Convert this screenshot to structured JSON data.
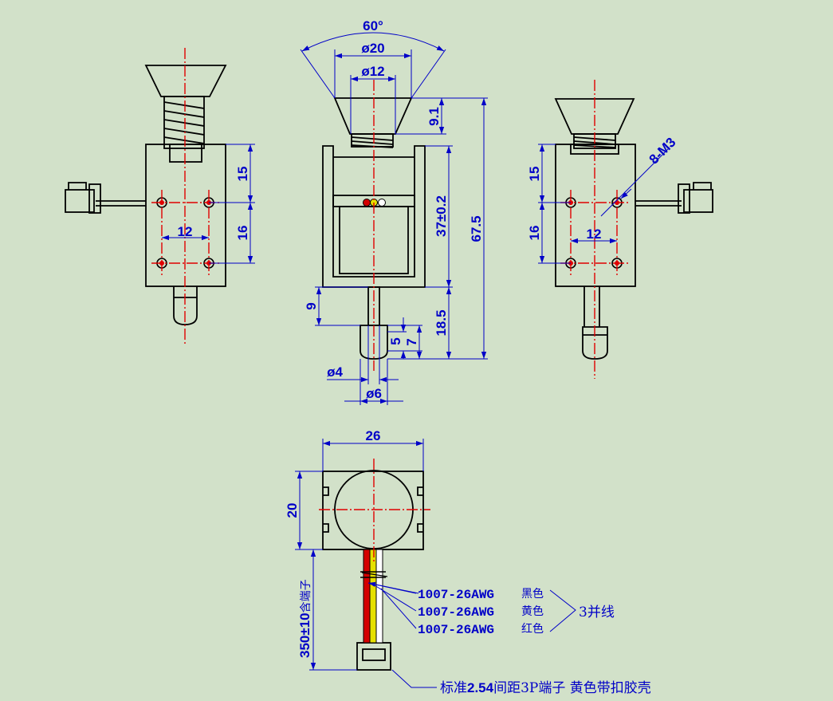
{
  "colors": {
    "background": "#d2e1c9",
    "outline": "#000000",
    "dimension": "#0000c8",
    "centerline": "#e00000",
    "wire_red": "#d40000",
    "wire_yellow": "#e6e000"
  },
  "labels": {
    "angle": "60°",
    "dia20": "ø20",
    "dia12": "ø12",
    "d91": "9.1",
    "d372": "37±0.2",
    "d675": "67.5",
    "d185": "18.5",
    "d9": "9",
    "d5": "5",
    "d7": "7",
    "dia4": "ø4",
    "dia6": "ø6",
    "left15": "15",
    "left16": "16",
    "left12": "12",
    "right15": "15",
    "right16": "16",
    "right12": "12",
    "m3": "8-M3",
    "w26": "26",
    "h20": "20",
    "cable_len": "350±10",
    "cable_incl": "含端子",
    "wire1": "1007-26AWG",
    "wire2": "1007-26AWG",
    "wire3": "1007-26AWG",
    "color1": "黑色",
    "color2": "黄色",
    "color3": "红色",
    "parallel": "3并线",
    "conn_std": "标准",
    "conn_pitch": "2.54",
    "conn_rest": "间距3P端子 黄色带扣胶壳"
  }
}
